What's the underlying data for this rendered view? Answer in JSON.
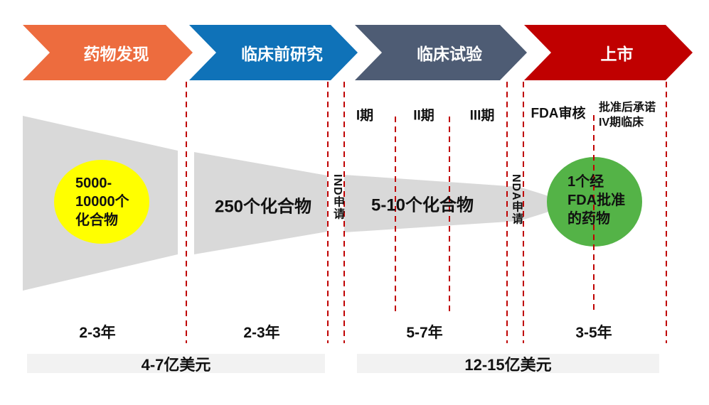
{
  "stages": [
    {
      "label": "药物发现",
      "color": "#ED6C3E"
    },
    {
      "label": "临床前研究",
      "color": "#0F72B8"
    },
    {
      "label": "临床试验",
      "color": "#4E5C74"
    },
    {
      "label": "上市",
      "color": "#C00000"
    }
  ],
  "phase_labels": {
    "phase1": "I期",
    "phase2": "II期",
    "phase3": "III期",
    "fda_review": "FDA审核",
    "post_approval": "批准后承诺\nIV期临床"
  },
  "funnel": {
    "discovery_compounds": "5000-\n10000个\n化合物",
    "preclinical_compounds": "250个化合物",
    "clinical_compounds": "5-10个化合物",
    "approved_drug": "1个经\nFDA批准\n的药物",
    "ind_label": "IND申请",
    "nda_label": "NDA申请"
  },
  "timeline_years": {
    "discovery": "2-3年",
    "preclinical": "2-3年",
    "clinical": "5-7年",
    "market": "3-5年"
  },
  "costs": {
    "discovery_to_preclinical": "4-7亿美元",
    "clinical_to_market": "12-15亿美元"
  },
  "colors": {
    "funnel_gray": "#D9D9D9",
    "compound_yellow": "#FFFF00",
    "approved_green": "#54B347",
    "dashed_line": "#C00000",
    "cost_bar_gray": "#F2F2F2"
  }
}
